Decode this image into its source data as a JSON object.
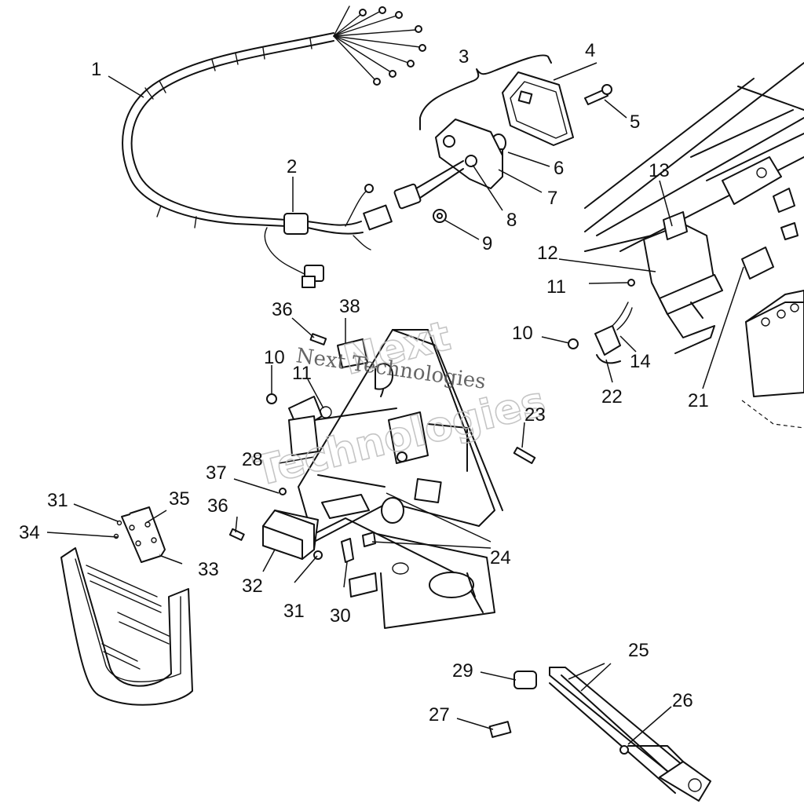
{
  "watermark": {
    "logo_line_1": "Next",
    "logo_line_2": "Technologies",
    "text": "Next Technologies"
  },
  "callouts": {
    "c1": "1",
    "c2": "2",
    "c3": "3",
    "c4": "4",
    "c5": "5",
    "c6": "6",
    "c7": "7",
    "c8": "8",
    "c9": "9",
    "c10a": "10",
    "c10b": "10",
    "c11a": "11",
    "c11b": "11",
    "c12": "12",
    "c13": "13",
    "c14": "14",
    "c21": "21",
    "c22": "22",
    "c23": "23",
    "c24": "24",
    "c25": "25",
    "c26": "26",
    "c27": "27",
    "c28": "28",
    "c29": "29",
    "c30": "30",
    "c31a": "31",
    "c31b": "31",
    "c32": "32",
    "c33": "33",
    "c34": "34",
    "c35": "35",
    "c36a": "36",
    "c36b": "36",
    "c37": "37",
    "c38": "38"
  }
}
